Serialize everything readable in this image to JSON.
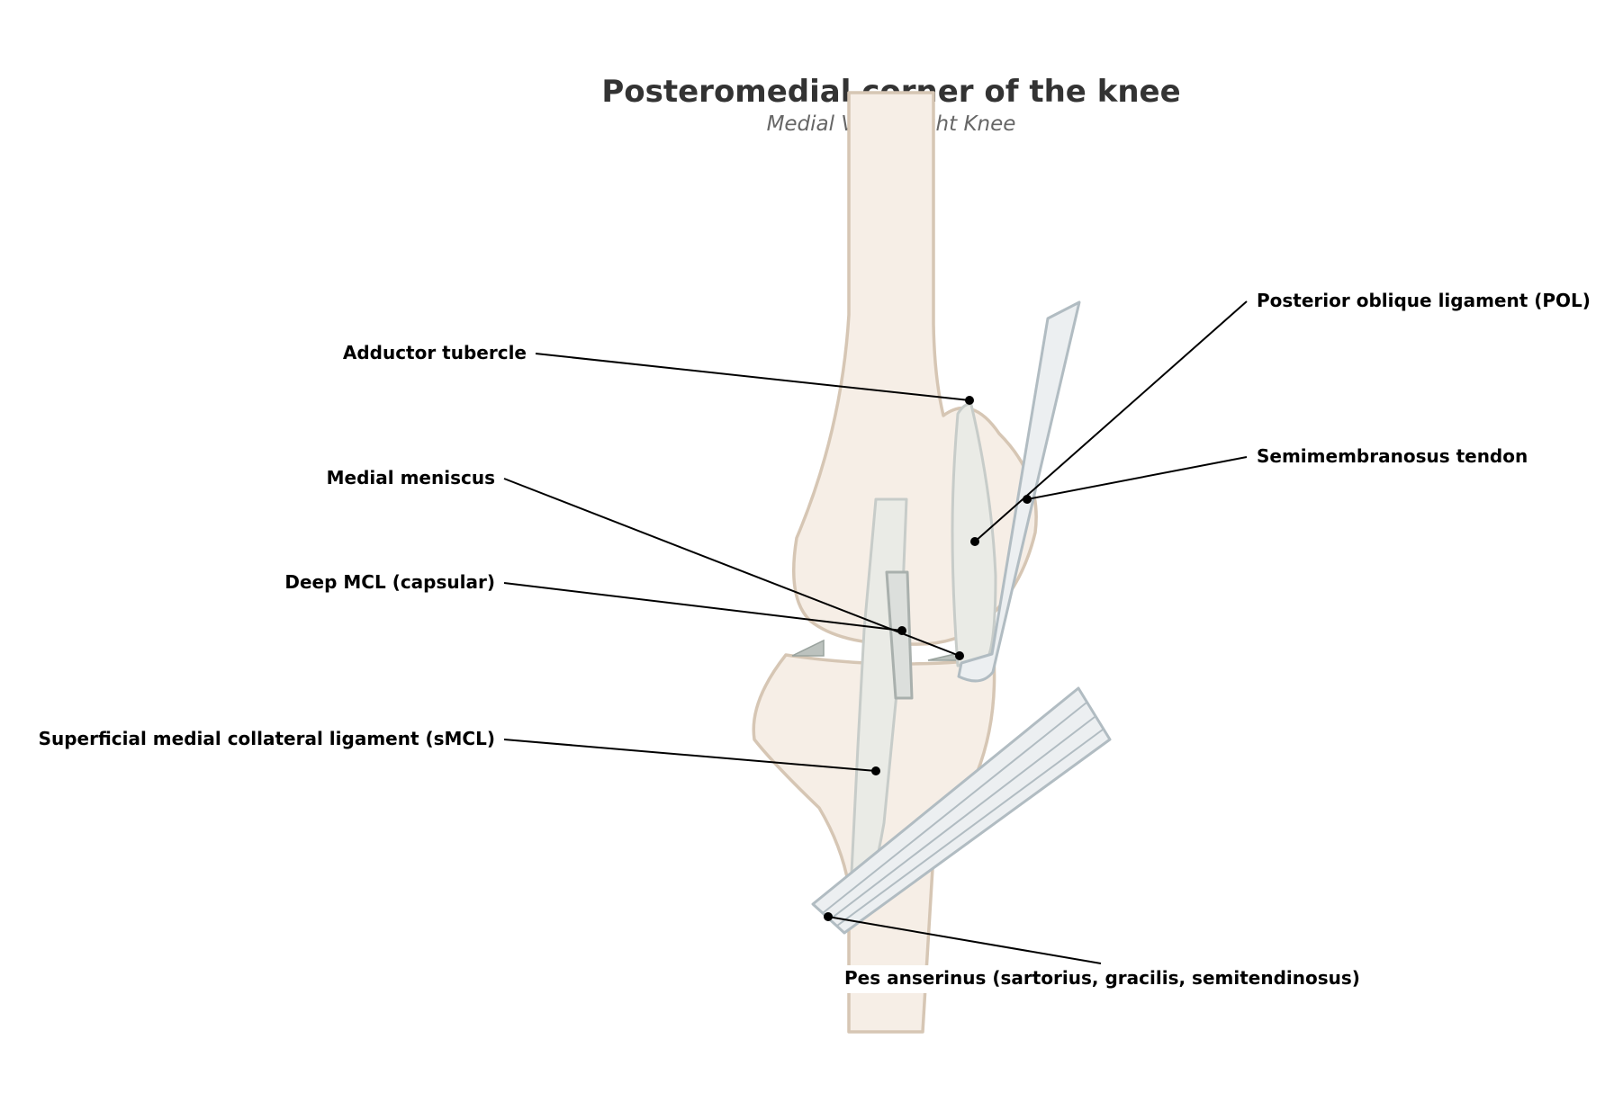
{
  "title": "Posteromedial corner of the knee",
  "subtitle": "Medial View, Right Knee",
  "colors": {
    "bone_fill": "#f6eee6",
    "bone_stroke": "#d6c6b4",
    "ligament_fill": "#eaebe6",
    "ligament_stroke": "#c7ccc9",
    "tendon_fill": "#eceff1",
    "tendon_stroke": "#b1bcc2",
    "meniscus_fill": "#bcc2be",
    "title_color": "#333333",
    "subtitle_color": "#666666",
    "label_color": "#000000"
  },
  "labels": {
    "adductor_tubercle": "Adductor tubercle",
    "medial_meniscus": "Medial meniscus",
    "deep_mcl": "Deep MCL (capsular)",
    "smcl": "Superficial medial collateral ligament (sMCL)",
    "pol": "Posterior oblique ligament (POL)",
    "semimembranosus": "Semimembranosus tendon",
    "pes_anserinus": "Pes anserinus (sartorius, gracilis, semitendinosus)"
  }
}
